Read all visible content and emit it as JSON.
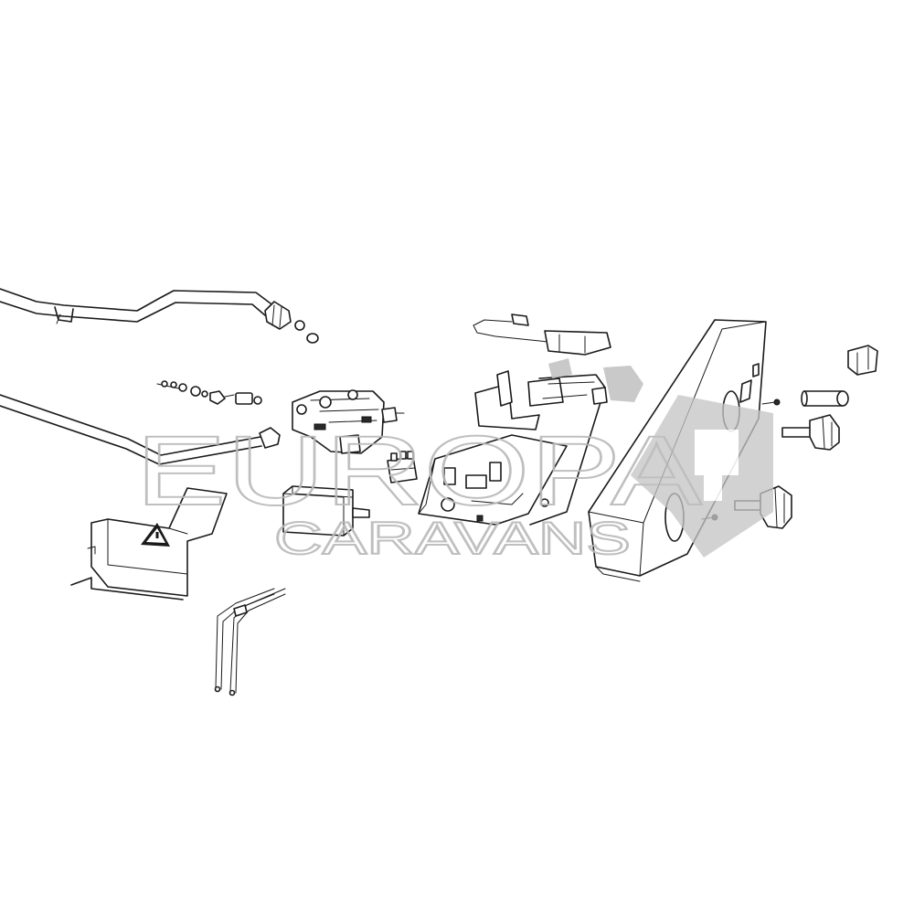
{
  "watermark": {
    "line1": "EUROPA",
    "line2": "CARAVANS",
    "color": "#c4c4c4"
  },
  "parts": [
    "bent-gas-pipe",
    "straight-gas-pipe",
    "gas-fittings",
    "gas-valve-assembly",
    "heat-shield-with-warning-label",
    "ignition-box",
    "thermocouple-leads",
    "control-circuit-board",
    "relay-block",
    "thermostat-sensor-cable",
    "front-control-panel",
    "control-knob-large",
    "control-knob-small",
    "knob-spindle-sleeve",
    "push-button-cap",
    "panel-screws"
  ]
}
